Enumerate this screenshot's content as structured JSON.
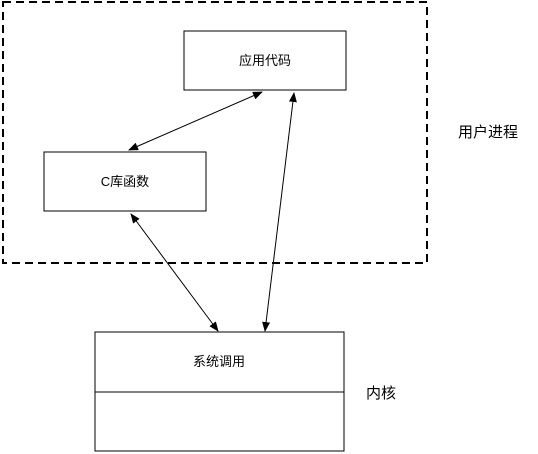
{
  "diagram": {
    "user_process_label": "用户进程",
    "kernel_label": "内核",
    "boxes": {
      "app_code": "应用代码",
      "c_library": "C库函数",
      "syscall": "系统调用"
    },
    "connections": [
      {
        "from": "应用代码",
        "to": "C库函数",
        "type": "bidirectional"
      },
      {
        "from": "C库函数",
        "to": "系统调用",
        "type": "bidirectional"
      },
      {
        "from": "应用代码",
        "to": "系统调用",
        "type": "bidirectional"
      }
    ],
    "colors": {
      "stroke": "#000000",
      "background": "#ffffff"
    }
  }
}
